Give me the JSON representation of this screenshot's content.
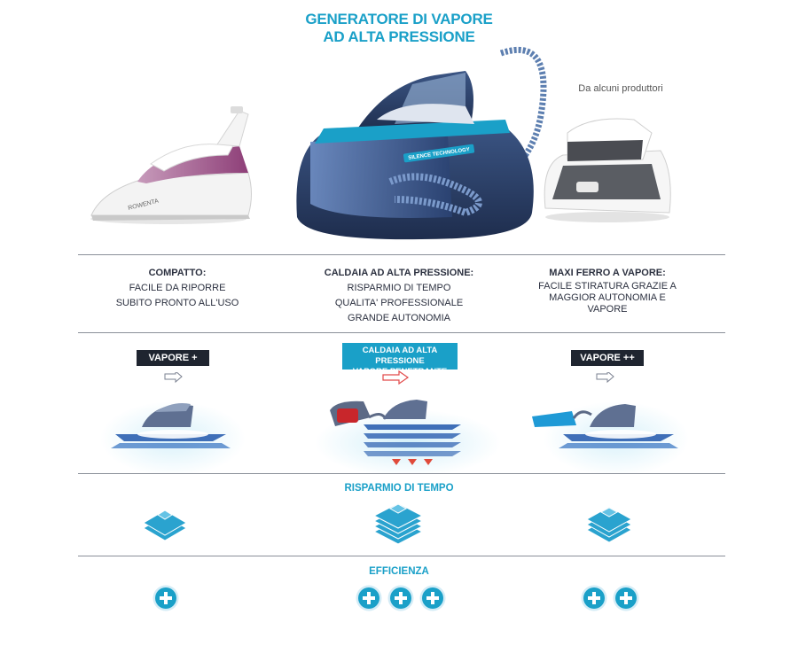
{
  "header": {
    "title_line1": "GENERATORE DI VAPORE",
    "title_line2": "AD ALTA PRESSIONE",
    "note": "Da alcuni produttori"
  },
  "products": [
    {
      "name": "ferro-tradizionale",
      "brand_text": "ROWENTA"
    },
    {
      "name": "generatore-vapore",
      "brand_text": "SILENCE TECHNOLOGY"
    },
    {
      "name": "maxi-ferro-vapore",
      "brand_text": ""
    }
  ],
  "features": [
    {
      "title": "COMPATTO:",
      "lines": [
        "FACILE DA RIPORRE",
        "SUBITO PRONTO ALL'USO"
      ]
    },
    {
      "title": "CALDAIA AD ALTA PRESSIONE:",
      "lines": [
        "RISPARMIO DI TEMPO",
        "QUALITA' PROFESSIONALE",
        "GRANDE AUTONOMIA"
      ]
    },
    {
      "title": "MAXI FERRO A VAPORE:",
      "lines": [
        "FACILE STIRATURA GRAZIE A",
        "MAGGIOR AUTONOMIA E",
        "VAPORE"
      ]
    }
  ],
  "steam_tags": {
    "left": "VAPORE +",
    "center_line1": "CALDAIA AD ALTA PRESSIONE",
    "center_line2": "VAPORE PENETRANTE",
    "right": "VAPORE ++"
  },
  "sections": {
    "time_saving": "RISPARMIO DI TEMPO",
    "efficiency": "EFFICIENZA"
  },
  "efficiency_scores": [
    1,
    3,
    2
  ],
  "colors": {
    "accent": "#1aa0c8",
    "dark_tag": "#1f2530",
    "iron_navy": "#2a3f66",
    "plum": "#9c4f86"
  },
  "icons": [
    "steam-arrow-icon",
    "folded-shirts-icon",
    "plus-circle-icon"
  ]
}
